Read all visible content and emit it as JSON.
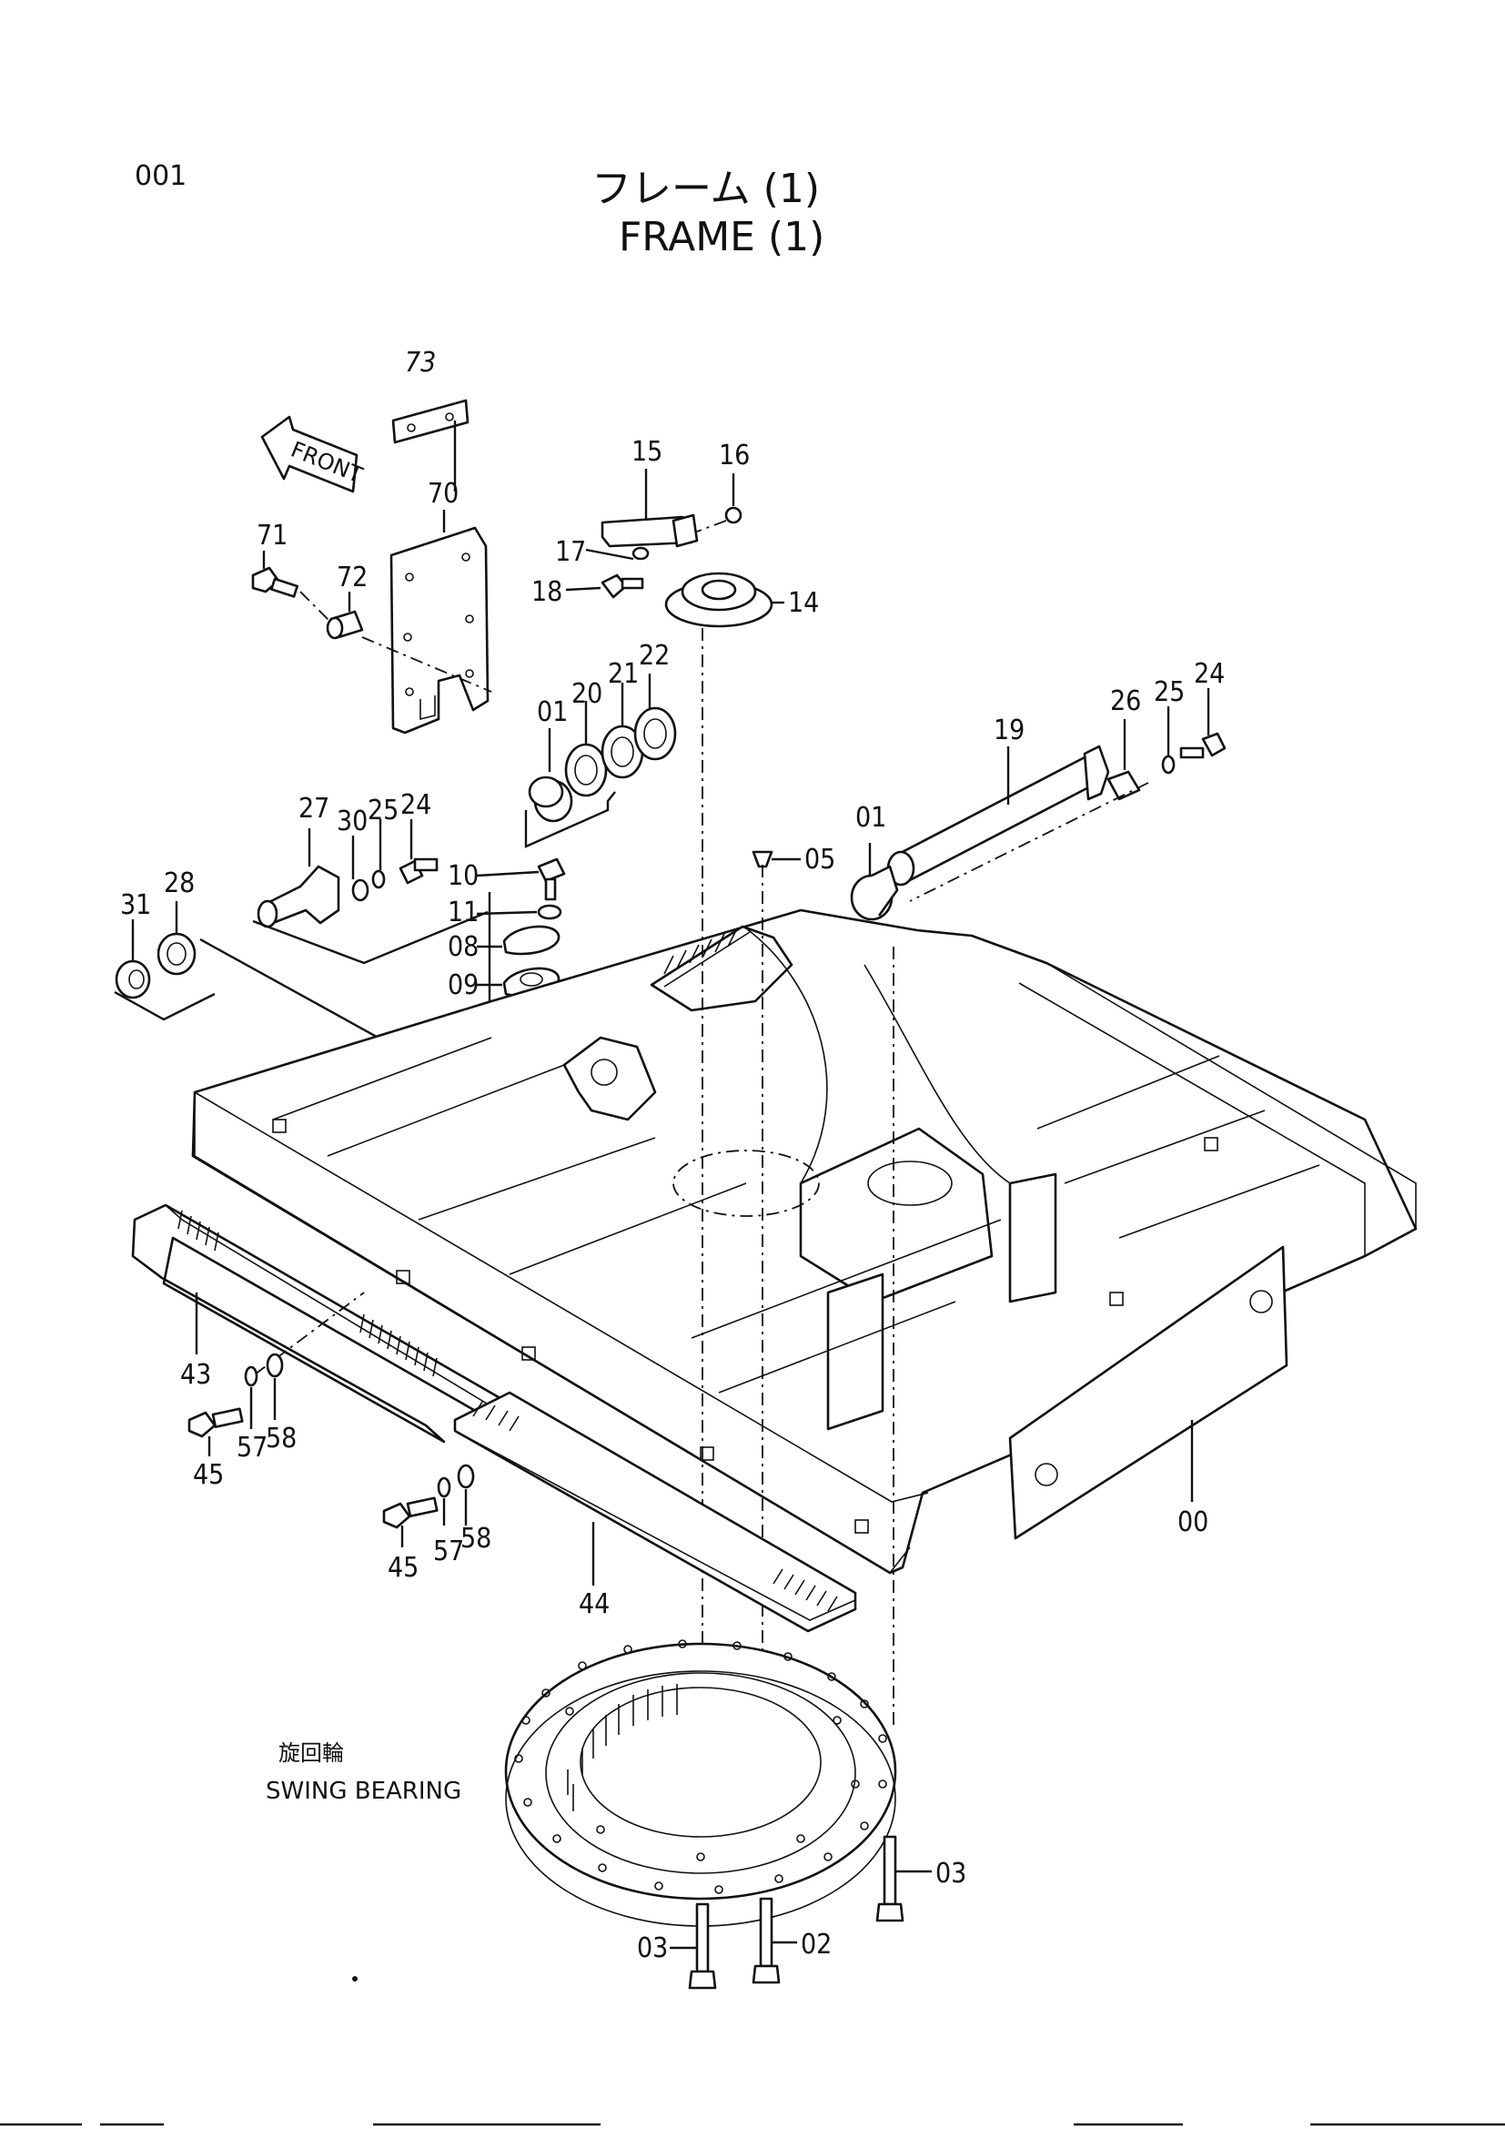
{
  "page": {
    "code": "001",
    "title_jp": "フレーム (1)",
    "title_en": "FRAME (1)",
    "front_label": "FRONT",
    "swing_bearing_jp": "旋回輪",
    "swing_bearing_en": "SWING BEARING"
  },
  "callouts": {
    "c73": "73",
    "c70": "70",
    "c71": "71",
    "c72": "72",
    "c15": "15",
    "c16": "16",
    "c17": "17",
    "c18": "18",
    "c14": "14",
    "c01a": "01",
    "c20": "20",
    "c21": "21",
    "c22": "22",
    "c19": "19",
    "c26": "26",
    "c25a": "25",
    "c24a": "24",
    "c01b": "01",
    "c05": "05",
    "c27": "27",
    "c30": "30",
    "c25b": "25",
    "c24b": "24",
    "c31": "31",
    "c28": "28",
    "c10": "10",
    "c11": "11",
    "c08": "08",
    "c09": "09",
    "c43": "43",
    "c45a": "45",
    "c57a": "57",
    "c58a": "58",
    "c45b": "45",
    "c57b": "57",
    "c58b": "58",
    "c44": "44",
    "c00": "00",
    "c03a": "03",
    "c03b": "03",
    "c02": "02"
  }
}
